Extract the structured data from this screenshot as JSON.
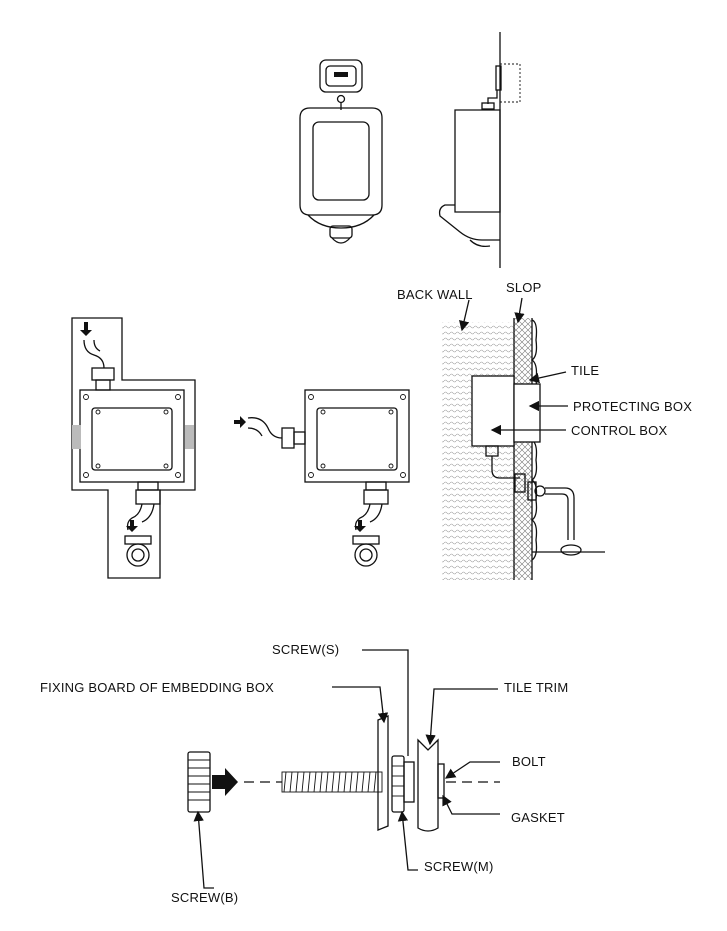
{
  "labels": {
    "back_wall": "BACK WALL",
    "slop": "SLOP",
    "tile": "TILE",
    "protecting_box": "PROTECTING BOX",
    "control_box": "CONTROL BOX",
    "screw_s": "SCREW(S)",
    "fixing_board": "FIXING BOARD OF EMBEDDING BOX",
    "tile_trim": "TILE TRIM",
    "bolt": "BOLT",
    "gasket": "GASKET",
    "screw_m": "SCREW(M)",
    "screw_b": "SCREW(B)"
  }
}
